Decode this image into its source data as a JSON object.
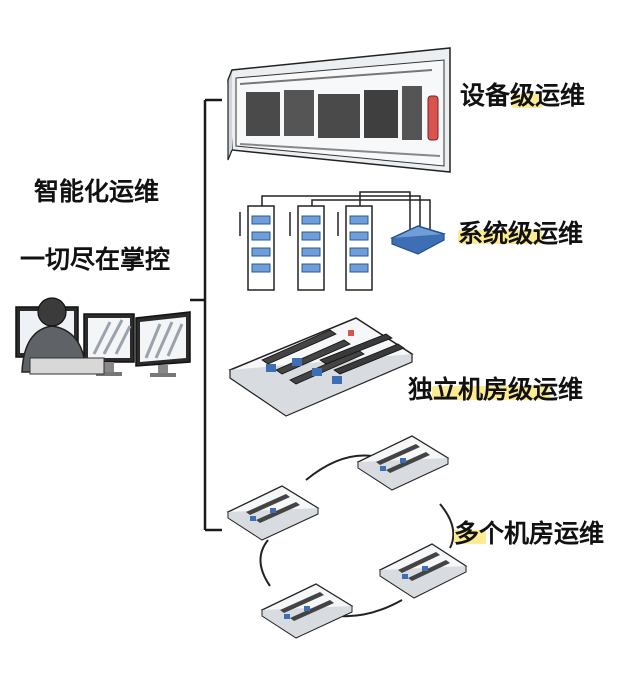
{
  "left": {
    "line1": "智能化运维",
    "line2": "一切尽在掌控"
  },
  "tiers": [
    {
      "label": "设备级运维",
      "icon": "equipment-cabinet-icon"
    },
    {
      "label": "系统级运维",
      "icon": "system-rack-network-icon"
    },
    {
      "label": "独立机房级运维",
      "icon": "single-datacenter-icon"
    },
    {
      "label": "多个机房运维",
      "icon": "multi-datacenter-icon"
    }
  ],
  "colors": {
    "highlight": "#FCEB93",
    "line": "#1a1a1a",
    "equipment_blue": "#3E6FB5",
    "fire_red": "#D9534F",
    "rack_gray": "#4a4a4a",
    "shirt_gray": "#5f6368"
  }
}
